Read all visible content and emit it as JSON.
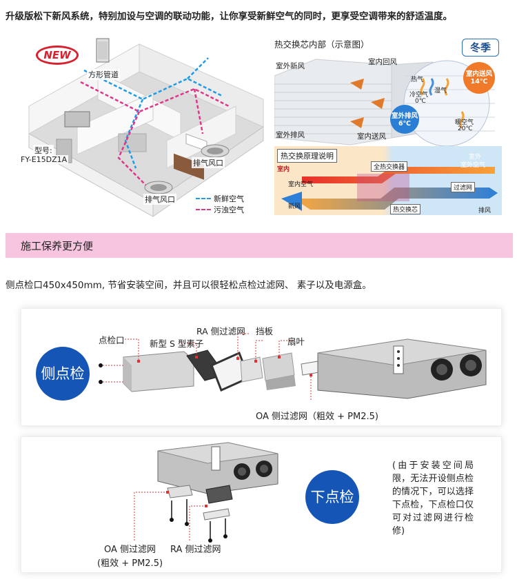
{
  "intro": "升级版松下新风系统，特别加设与空调的联动功能，让你享受新鲜空气的同时，更享受空调带来的舒适温度。",
  "house": {
    "badge": "NEW",
    "duct_label": "方形管道",
    "model_label": "型号:",
    "model_value": "FY-E15DZ1A",
    "vent_label_1": "排气风口",
    "vent_label_2": "排气风口",
    "legend_fresh": "新鲜空气",
    "legend_dirty": "污浊空气",
    "colors": {
      "fresh": "#1e9be6",
      "dirty": "#e0358a"
    }
  },
  "exchanger": {
    "title": "热交换芯内部（示意图）",
    "season": "冬季",
    "outdoor_fresh": "室外新风",
    "indoor_return": "室内回风",
    "outdoor_exhaust": "室外排风",
    "indoor_supply": "室内送风",
    "heat": "热气",
    "moisture": "湿气",
    "cold_air": "冷空气",
    "cold_temp": "0℃",
    "indoor_supply_bubble": "室内送风",
    "indoor_supply_temp": "14℃",
    "outdoor_exhaust_bubble": "室外排风",
    "outdoor_exhaust_temp": "6℃",
    "warm_air": "暖空气",
    "warm_temp": "20℃",
    "principle": {
      "title": "热交换原理说明",
      "indoor": "室内",
      "outdoor_1": "室外",
      "outdoor_2": "室外空气",
      "indoor_air": "室内空气",
      "fresh_air": "新风",
      "full_exchanger": "全热交换器",
      "filter": "过滤网",
      "core": "热交换芯",
      "exhaust": "排风"
    }
  },
  "section": {
    "title": "施工保养更方便"
  },
  "description": "侧点检口450x450mm, 节省安装空间，并且可以很轻松点检过滤网、 素子以及电源盒。",
  "side_inspection": {
    "title": "侧点检",
    "access_port": "点检口",
    "s_element": "新型 S 型素子",
    "ra_filter": "RA 侧过滤网",
    "baffle": "挡板",
    "fan_blade": "扇叶",
    "oa_filter": "OA 侧过滤网（粗效 + PM2.5)"
  },
  "down_inspection": {
    "title": "下点检",
    "oa_filter": "OA 侧过滤网",
    "oa_filter_sub": "(粗效 + PM2.5)",
    "ra_filter": "RA 侧过滤网",
    "note": "(由于安装空间局限，无法开设侧点检的情况下，可以选择下点检，下点检口仅可对过滤网进行检修)"
  }
}
